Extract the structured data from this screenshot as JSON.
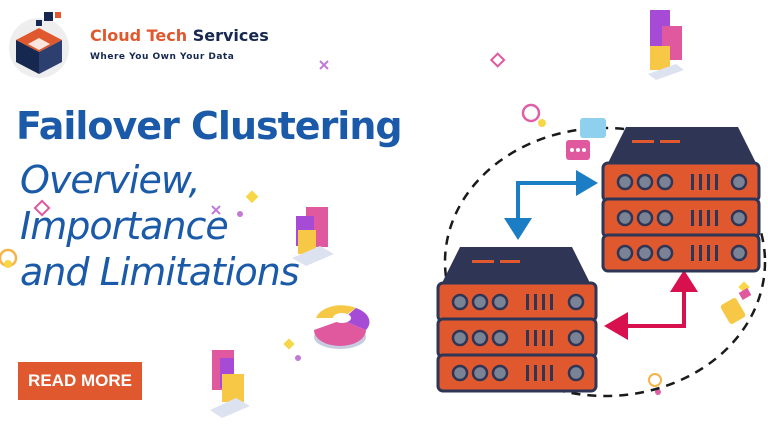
{
  "brand": {
    "name_part1": "Cloud Tech",
    "name_part2": " Services",
    "tagline": "Where You Own Your Data"
  },
  "headline": {
    "title": "Failover Clustering",
    "subtitle_line1": "Overview,",
    "subtitle_line2": "Importance",
    "subtitle_line3": "and Limitations"
  },
  "cta": {
    "label": "READ MORE"
  },
  "colors": {
    "brand_orange": "#e0582e",
    "brand_navy": "#16284f",
    "headline_blue": "#1a5aa8",
    "server_top": "#2f3555",
    "arrow_blue": "#1b7ec4",
    "arrow_red": "#d8104e"
  },
  "icons": [
    "logo-cube-icon",
    "server-rack-icon",
    "sync-arrow-icon",
    "chat-bubble-icon",
    "chart-blocks-icon",
    "pie-chart-icon"
  ]
}
